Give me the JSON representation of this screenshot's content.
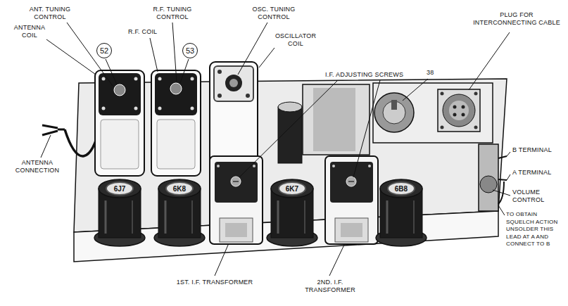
{
  "diagram": {
    "nodes": [
      {
        "text": [
          "52"
        ]
      },
      {
        "text": [
          "53"
        ]
      },
      {
        "text": [
          "6J7"
        ]
      },
      {
        "text": [
          "6K8"
        ]
      },
      {
        "text": [
          "6K7"
        ]
      },
      {
        "text": [
          "6B8"
        ]
      }
    ],
    "labels": [
      "ANT. TUNING CONTROL",
      "ANTENNA COIL",
      "R.F. TUNING CONTROL",
      "R.F. COIL",
      "OSC. TUNING CONTROL",
      "OSCILLATOR COIL",
      "I.F. ADJUSTING SCREWS",
      "38",
      "PLUG FOR INTERCONNECTING CABLE",
      "B TERMINAL",
      "A TERMINAL",
      "VOLUME CONTROL",
      "TO OBTAIN SQUELCH ACTION UNSOLDER THIS LEAD AT A AND CONNECT TO B",
      "ANTENNA CONNECTION",
      "1ST. I.F. TRANSFORMER",
      "2ND. I.F. TRANSFORMER"
    ]
  }
}
